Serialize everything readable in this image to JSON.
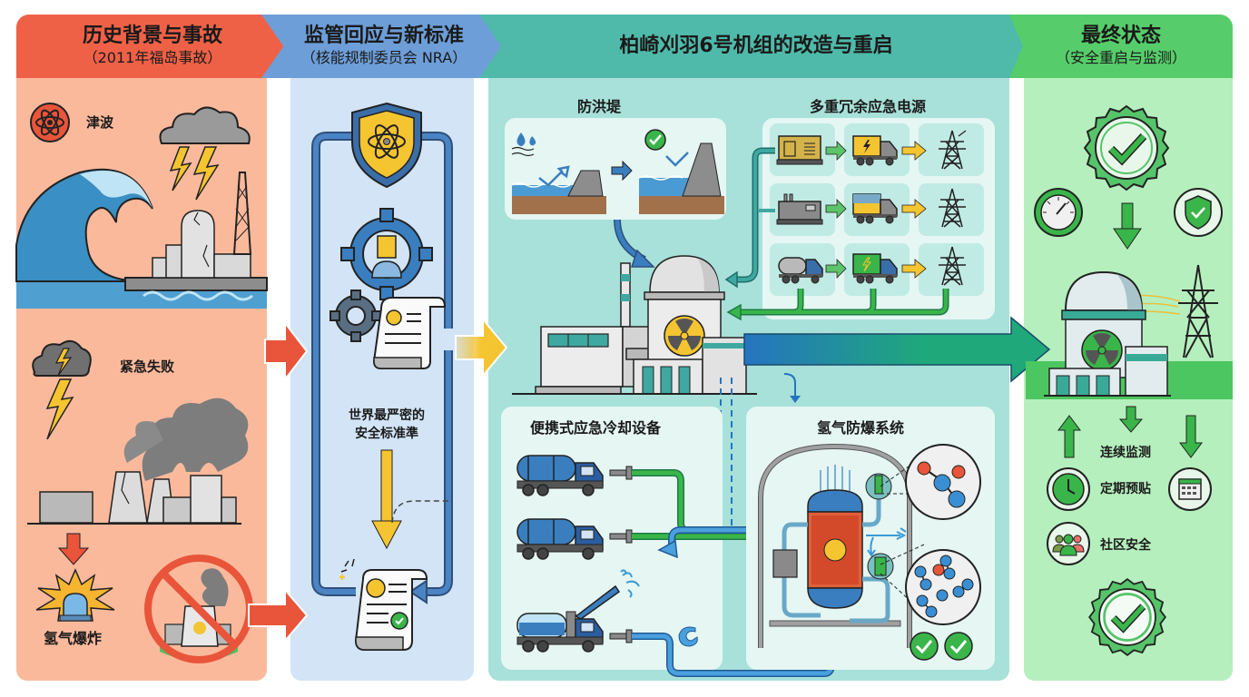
{
  "headers": [
    {
      "title": "历史背景与事故",
      "subtitle": "（2011年福岛事故）",
      "color": "#ef6147"
    },
    {
      "title": "监管回应与新标准",
      "subtitle": "（核能规制委员会 NRA）",
      "color": "#6d9ed8"
    },
    {
      "title": "柏崎刈羽6号机组的改造与重启",
      "subtitle": "",
      "color": "#4fbaaa"
    },
    {
      "title": "最终状态",
      "subtitle": "（安全重启与监测）",
      "color": "#56cd6a"
    }
  ],
  "history": {
    "tsunami_label": "津波",
    "emergency_failure_label": "紧急失败",
    "hydrogen_explosion_label": "氢气爆炸"
  },
  "regulation": {
    "standard_label_line1": "世界最严密的",
    "standard_label_line2": "安全标准準"
  },
  "retrofit": {
    "seawall_title": "防洪堤",
    "power_title": "多重冗余应急电源",
    "cooling_title": "便携式应急冷却设备",
    "hydrogen_title": "氢气防爆系统",
    "power_rows": [
      {
        "source": "diesel-generator",
        "truck": "power-truck-yellow",
        "output": "transmission-tower"
      },
      {
        "source": "gas-turbine-generator",
        "truck": "power-truck-blue-yellow",
        "output": "transmission-tower"
      },
      {
        "source": "fuel-tanker",
        "truck": "power-truck-green",
        "output": "transmission-tower"
      }
    ],
    "cooling_vehicles": [
      "water-tanker-truck",
      "water-tanker-truck",
      "water-cannon-truck"
    ]
  },
  "final": {
    "continuous_monitoring_label": "连续监测",
    "periodic_inspection_label": "定期预贴",
    "community_safety_label": "社区安全"
  },
  "colors": {
    "history_bg": "#fbb99c",
    "regulation_bg": "#d2e4f6",
    "retrofit_bg": "#a7e1d9",
    "final_bg": "#b5efbd",
    "arrow_red": "#e8553a",
    "arrow_yellow": "#f5c431",
    "arrow_green": "#1fa97a"
  }
}
